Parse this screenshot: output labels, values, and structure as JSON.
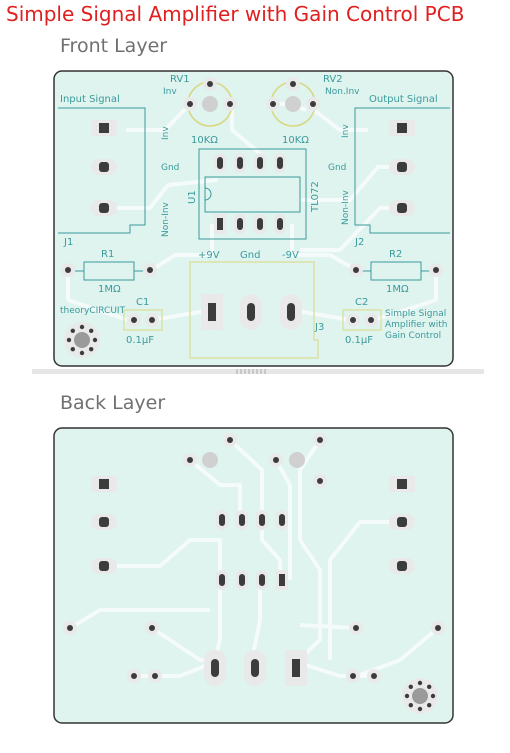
{
  "title": "Simple Signal Amplifier with Gain Control PCB",
  "front": {
    "label": "Front Layer",
    "rv1": {
      "ref": "RV1",
      "pin": "Inv",
      "value": "10KΩ"
    },
    "rv2": {
      "ref": "RV2",
      "pin": "Non.Inv",
      "value": "10KΩ"
    },
    "j1": {
      "title": "Input Signal",
      "ref": "J1",
      "pins": [
        "Inv",
        "Gnd",
        "Non-Inv"
      ]
    },
    "j2": {
      "title": "Output Signal",
      "ref": "J2",
      "pins": [
        "Inv",
        "Gnd",
        "Non-Inv"
      ]
    },
    "u1": {
      "ref": "U1",
      "part": "TL072"
    },
    "r1": {
      "ref": "R1",
      "value": "1MΩ"
    },
    "r2": {
      "ref": "R2",
      "value": "1MΩ"
    },
    "c1": {
      "ref": "C1",
      "value": "0.1µF"
    },
    "c2": {
      "ref": "C2",
      "value": "0.1µF"
    },
    "j3": {
      "ref": "J3",
      "pins": [
        "+9V",
        "Gnd",
        "-9V"
      ]
    },
    "brand": "theoryCIRCUIT",
    "note": [
      "Simple Signal",
      "Amplifier with",
      "Gain Control"
    ]
  },
  "back": {
    "label": "Back Layer"
  },
  "colors": {
    "title": "#e02020",
    "board": "#dff3ef",
    "trace": "#f4fbfa",
    "silk": "#3a9b9b",
    "pad": "#e9e9e9",
    "pad_hole": "#3c3c3c"
  }
}
